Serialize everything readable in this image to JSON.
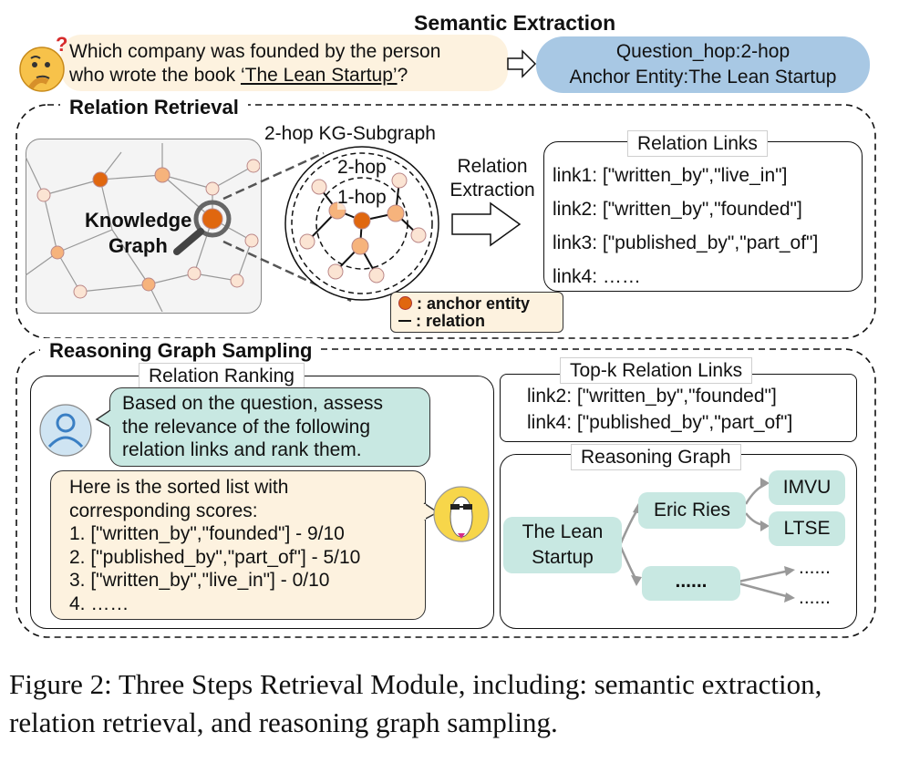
{
  "semantic_extraction": {
    "title": "Semantic Extraction",
    "question_prefix": "Which company was founded by the person",
    "question_mid": "who wrote the book ",
    "question_book": "‘The Lean Startup’",
    "question_end": "?",
    "result_line1": "Question_hop:2-hop",
    "result_line2": "Anchor Entity:The Lean Startup"
  },
  "relation_retrieval": {
    "title": "Relation Retrieval",
    "kg_label_1": "Knowledge",
    "kg_label_2": "Graph",
    "subgraph_title": "2-hop KG-Subgraph",
    "hop2": "2-hop",
    "hop1": "1-hop",
    "extraction_1": "Relation",
    "extraction_2": "Extraction",
    "legend_anchor": ": anchor entity",
    "legend_relation": ": relation",
    "links_title": "Relation Links",
    "links": [
      "link1: [\"written_by\",\"live_in\"]",
      "link2: [\"written_by\",\"founded\"]",
      "link3: [\"published_by\",\"part_of\"]",
      "link4: ……"
    ]
  },
  "reasoning_graph_sampling": {
    "title": "Reasoning Graph Sampling",
    "ranking_title": "Relation Ranking",
    "user_prompt": [
      "Based on the question, assess",
      "the relevance of the following",
      "relation links and rank them."
    ],
    "llm_reply": [
      "Here is the sorted list with",
      "corresponding scores:",
      "1.  [\"written_by\",\"founded\"] - 9/10",
      "2.  [\"published_by\",\"part_of\"] - 5/10",
      "3.  [\"written_by\",\"live_in\"] - 0/10",
      "4.  ……"
    ],
    "topk_title": "Top-k Relation Links",
    "topk": [
      "link2:  [\"written_by\",\"founded\"]",
      "link4:  [\"published_by\",\"part_of\"]"
    ],
    "graph_title": "Reasoning Graph",
    "graph_root_1": "The Lean",
    "graph_root_2": "Startup",
    "graph_mid": "Eric Ries",
    "graph_mid2": "......",
    "graph_leaf_1": "IMVU",
    "graph_leaf_2": "LTSE",
    "graph_leaf_3": "......",
    "graph_leaf_4": "......"
  },
  "caption": "Figure 2: Three Steps Retrieval Module, including: semantic extraction, relation retrieval, and reasoning graph sampling.",
  "colors": {
    "orange": "#e0670f",
    "light_orange": "#f6b37c",
    "teal": "#c8e8e2",
    "cream": "#fdf2df",
    "blue": "#a8c8e4"
  },
  "icons": [
    "thinking-face-icon",
    "user-avatar-icon",
    "llama-avatar-icon",
    "magnifier-icon",
    "arrow-right-icon"
  ]
}
